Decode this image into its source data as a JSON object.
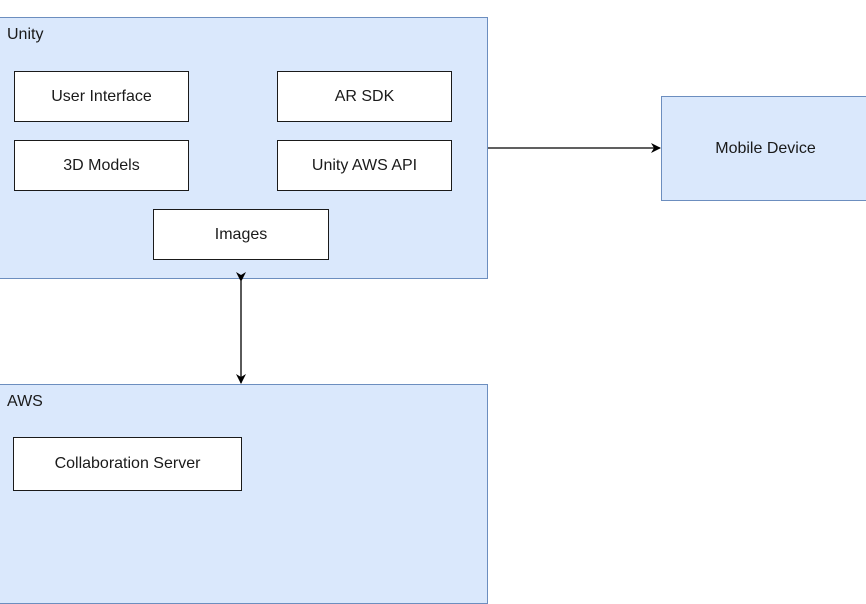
{
  "unity": {
    "label": "Unity",
    "components": {
      "user_interface": "User Interface",
      "ar_sdk": "AR SDK",
      "models_3d": "3D Models",
      "unity_aws_api": "Unity AWS API",
      "images": "Images"
    }
  },
  "aws": {
    "label": "AWS",
    "components": {
      "collaboration_server": "Collaboration Server"
    }
  },
  "mobile_device": {
    "label": "Mobile Device"
  },
  "colors": {
    "container_fill": "#dae8fc",
    "container_stroke": "#6c8ebf",
    "box_fill": "#ffffff",
    "box_stroke": "#1a1a1a",
    "edge": "#000000"
  }
}
